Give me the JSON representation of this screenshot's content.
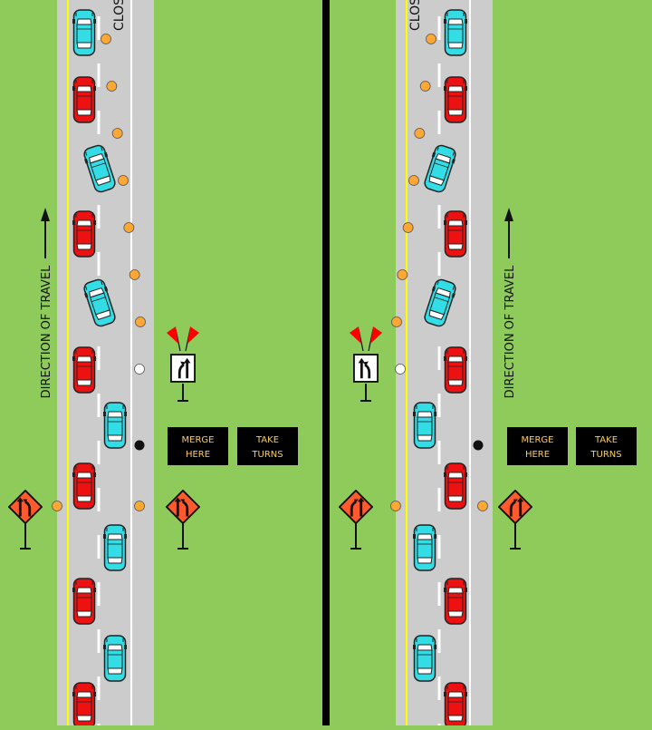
{
  "colors": {
    "grass": "#8fcb5a",
    "road": "#cccccc",
    "divider": "#000000",
    "lane_yellow": "#ffff00",
    "lane_white": "#ffffff",
    "car_red": "#ee1111",
    "car_cyan": "#33dde6",
    "cone": "#ffa733",
    "sign_orange": "#ff5a2d",
    "sign_text": "#ffcc55",
    "flag_red": "#ff0000"
  },
  "panels": [
    {
      "id": "left",
      "closed_lane_label": "CLOS",
      "direction_label": "DIRECTION OF TRAVEL",
      "message_board": [
        "MERGE HERE",
        "TAKE TURNS"
      ],
      "cars": [
        {
          "color": "cyan",
          "lane": "open"
        },
        {
          "color": "red",
          "lane": "open"
        },
        {
          "color": "cyan",
          "lane": "merging"
        },
        {
          "color": "red",
          "lane": "open"
        },
        {
          "color": "cyan",
          "lane": "merging"
        },
        {
          "color": "red",
          "lane": "open"
        },
        {
          "color": "cyan",
          "lane": "closing"
        },
        {
          "color": "red",
          "lane": "open"
        },
        {
          "color": "cyan",
          "lane": "closing"
        },
        {
          "color": "red",
          "lane": "open"
        },
        {
          "color": "cyan",
          "lane": "closing"
        },
        {
          "color": "red",
          "lane": "open"
        }
      ]
    },
    {
      "id": "right",
      "closed_lane_label": "CLOS",
      "direction_label": "DIRECTION OF TRAVEL",
      "message_board": [
        "MERGE HERE",
        "TAKE TURNS"
      ],
      "cars": [
        {
          "color": "cyan",
          "lane": "open"
        },
        {
          "color": "red",
          "lane": "open"
        },
        {
          "color": "cyan",
          "lane": "merging"
        },
        {
          "color": "red",
          "lane": "open"
        },
        {
          "color": "cyan",
          "lane": "merging"
        },
        {
          "color": "red",
          "lane": "open"
        },
        {
          "color": "cyan",
          "lane": "closing"
        },
        {
          "color": "red",
          "lane": "open"
        },
        {
          "color": "cyan",
          "lane": "closing"
        },
        {
          "color": "red",
          "lane": "open"
        },
        {
          "color": "cyan",
          "lane": "closing"
        },
        {
          "color": "red",
          "lane": "open"
        }
      ]
    }
  ],
  "icons": [
    "lane-ends-sign-icon",
    "lane-shift-sign-icon",
    "flag-icon",
    "arrow-up-icon",
    "cone-icon"
  ]
}
